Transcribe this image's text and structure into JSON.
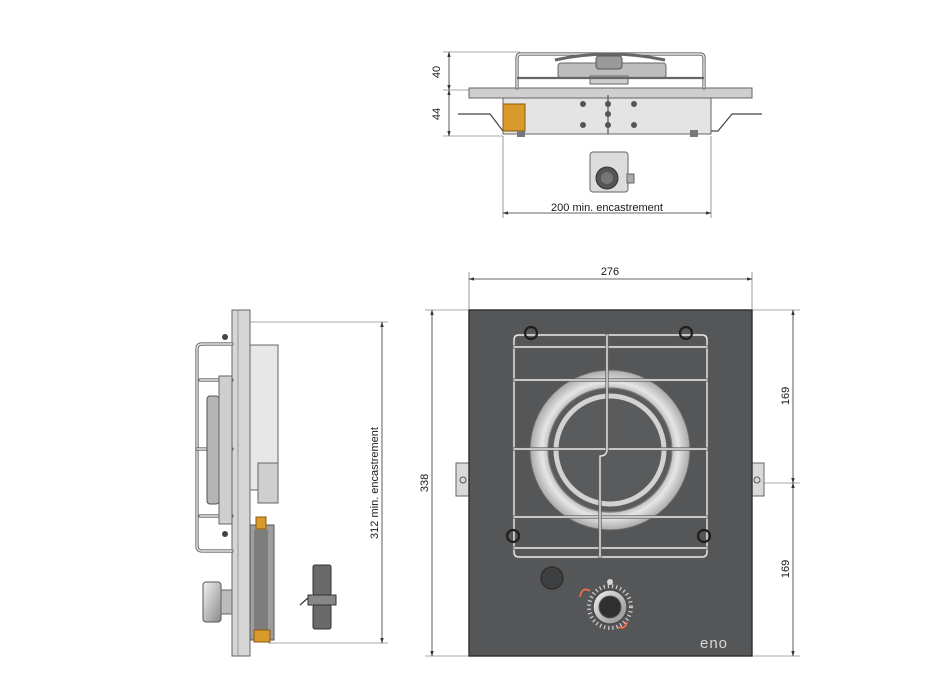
{
  "dimensions": {
    "top_height_above": "40",
    "top_height_below": "44",
    "cutout_depth_label": "200  min. encastrement",
    "width": "276",
    "height": "338",
    "half_height_top": "169",
    "half_height_bottom": "169",
    "cutout_height_label": "312  min. encastrement"
  },
  "brand": {
    "logo_text": "eno"
  },
  "colors": {
    "glass": "#555658",
    "steel": "#d9d9d9",
    "steel_dark": "#6b6b6b",
    "brass": "#d89a2a",
    "dimension_line": "#333333"
  }
}
